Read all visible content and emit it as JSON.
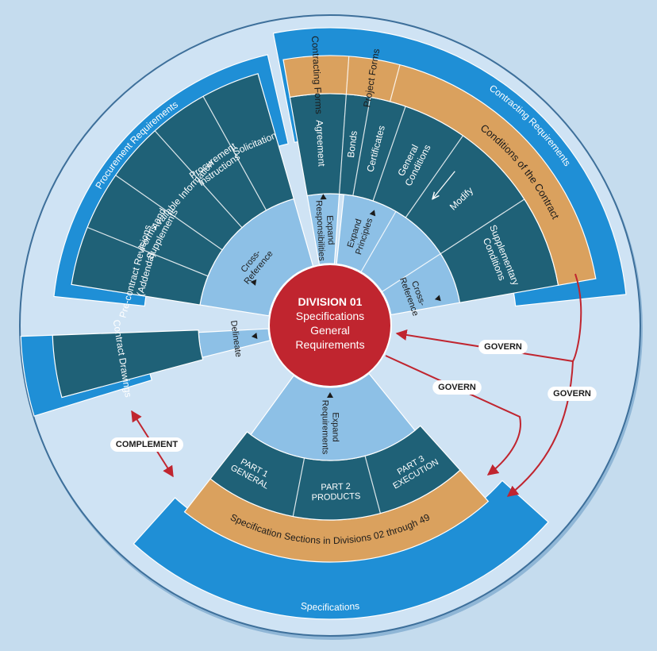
{
  "center": {
    "title": "DIVISION 01",
    "line1": "Specifications",
    "line2": "General",
    "line3": "Requirements"
  },
  "procurement": {
    "band": "Procurement Requirements",
    "items": [
      "Solicitation",
      "Procurement Instructions",
      "Available Information",
      "Forms and Supplements",
      "Pre-contract Revisions (Addenda)"
    ],
    "item_lines": [
      [
        "Solicitation"
      ],
      [
        "Procurement",
        "Instructions"
      ],
      [
        "Available Information"
      ],
      [
        "Forms and",
        "Supplements"
      ],
      [
        "Pre-contract Revisions",
        "(Addenda)"
      ]
    ],
    "inner": [
      "Cross-",
      "Reference"
    ]
  },
  "contracting": {
    "band": "Contracting Requirements",
    "headers": [
      "Contracting Forms",
      "Project Forms",
      "Conditions of the Contract"
    ],
    "items": [
      "Agreement",
      "Bonds",
      "Certificates",
      "General Conditions",
      "Modify",
      "Supplementary Conditions"
    ],
    "item_lines": [
      [
        "Agreement"
      ],
      [
        "Bonds"
      ],
      [
        "Certificates"
      ],
      [
        "General",
        "Conditions"
      ],
      [
        "Modify"
      ],
      [
        "Supplementary",
        "Conditions"
      ]
    ],
    "inner": [
      [
        "Expand",
        "Responsibilities"
      ],
      [
        "Expand",
        "Principles"
      ],
      [
        "Cross-",
        "Reference"
      ]
    ]
  },
  "drawings": {
    "item": "Contract Drawings",
    "inner": "Delineate"
  },
  "specifications": {
    "band": "Specifications",
    "sections": "Specification Sections in Divisions 02 through 49",
    "parts": [
      "PART 1 GENERAL",
      "PART 2 PRODUCTS",
      "PART 3 EXECUTION"
    ],
    "part_lines": [
      [
        "PART 1",
        "GENERAL"
      ],
      [
        "PART 2",
        "PRODUCTS"
      ],
      [
        "PART 3",
        "EXECUTION"
      ]
    ],
    "inner": [
      "Expand",
      "Requirements"
    ]
  },
  "arrows": {
    "govern": "GOVERN",
    "complement": "COMPLEMENT"
  },
  "colors": {
    "background": "#c5dcee",
    "outer_disc": "#cfe3f4",
    "band_blue": "#1f8fd6",
    "orange": "#daa15e",
    "teal": "#1f6177",
    "light_blue": "#8dc0e6",
    "center_red": "#c0252f",
    "arrow_red": "#c0252f"
  }
}
